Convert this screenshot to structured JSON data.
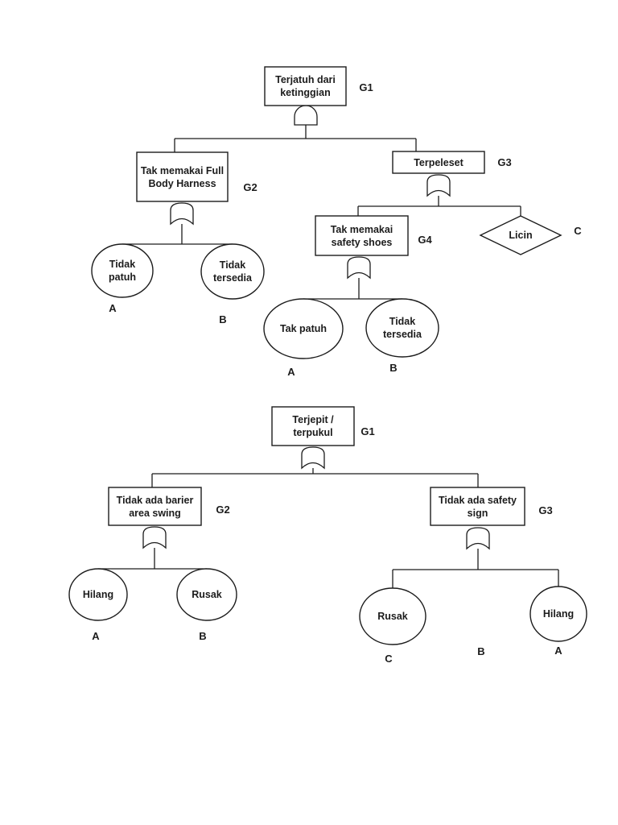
{
  "document": {
    "type": "fault-tree-analysis",
    "background": "#ffffff",
    "line_color": "#1c1c1c"
  },
  "tree1": {
    "top": {
      "text": "Terjatuh dari ketinggian",
      "label": "G1",
      "gate_type": "AND"
    },
    "harness": {
      "text": "Tak memakai Full Body Harness",
      "label": "G2",
      "gate_type": "OR"
    },
    "terpeleset": {
      "text": "Terpeleset",
      "label": "G3",
      "gate_type": "OR"
    },
    "safety_shoes": {
      "text": "Tak memakai safety shoes",
      "label": "G4",
      "gate_type": "OR"
    },
    "licin": {
      "text": "Licin",
      "label": "C",
      "shape": "diamond"
    },
    "tidak_patuh": {
      "text": "Tidak patuh",
      "label": "A",
      "shape": "circle"
    },
    "tidak_tersedia": {
      "text": "Tidak tersedia",
      "label": "B",
      "shape": "circle"
    },
    "tak_patuh": {
      "text": "Tak patuh",
      "label": "A",
      "shape": "circle"
    },
    "tidak_tersedia2": {
      "text": "Tidak tersedia",
      "label": "B",
      "shape": "circle"
    }
  },
  "tree2": {
    "top": {
      "text": "Terjepit / terpukul",
      "label": "G1",
      "gate_type": "OR"
    },
    "barier": {
      "text": "Tidak ada barier area swing",
      "label": "G2",
      "gate_type": "OR"
    },
    "safety_sign": {
      "text": "Tidak ada safety sign",
      "label": "G3",
      "gate_type": "OR"
    },
    "hilang1": {
      "text": "Hilang",
      "label": "A",
      "shape": "circle"
    },
    "rusak1": {
      "text": "Rusak",
      "label": "B",
      "shape": "circle"
    },
    "rusak2": {
      "text": "Rusak",
      "label": "C",
      "shape": "circle"
    },
    "middle_label": {
      "label": "B"
    },
    "hilang2": {
      "text": "Hilang",
      "label": "A",
      "shape": "circle"
    }
  }
}
